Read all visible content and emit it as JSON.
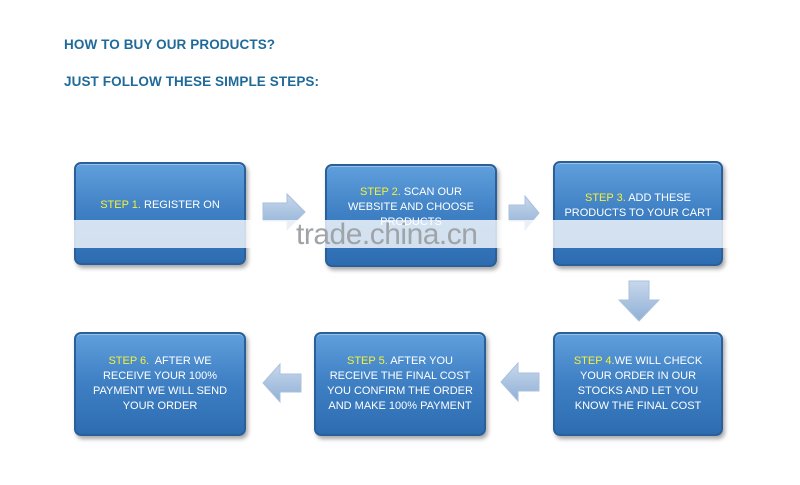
{
  "headings": {
    "title": "HOW TO BUY OUR PRODUCTS?",
    "subtitle": "JUST FOLLOW THESE SIMPLE STEPS:"
  },
  "steps": [
    {
      "label": "STEP 1.",
      "text": "REGISTER ON"
    },
    {
      "label": "STEP 2.",
      "text": "SCAN OUR WEBSITE AND CHOOSE PRODUCTS"
    },
    {
      "label": "STEP 3.",
      "text": "ADD THESE PRODUCTS TO YOUR CART"
    },
    {
      "label": "STEP 4.",
      "text": "WE WILL CHECK YOUR ORDER IN OUR STOCKS AND LET YOU KNOW THE FINAL COST"
    },
    {
      "label": "STEP 5.",
      "text": "AFTER YOU RECEIVE THE FINAL COST YOU CONFIRM THE ORDER AND MAKE 100% PAYMENT"
    },
    {
      "label": "STEP 6.",
      "text": "AFTER WE RECEIVE YOUR 100% PAYMENT WE WILL SEND YOUR ORDER"
    }
  ],
  "watermark": "trade.china.cn",
  "colors": {
    "heading": "#1f6a9a",
    "box": "#3f80c4",
    "step_label": "#f5f03a",
    "arrow": "#9db8d8"
  },
  "icons": [
    "arrow-right-icon",
    "arrow-down-icon",
    "arrow-left-icon"
  ]
}
